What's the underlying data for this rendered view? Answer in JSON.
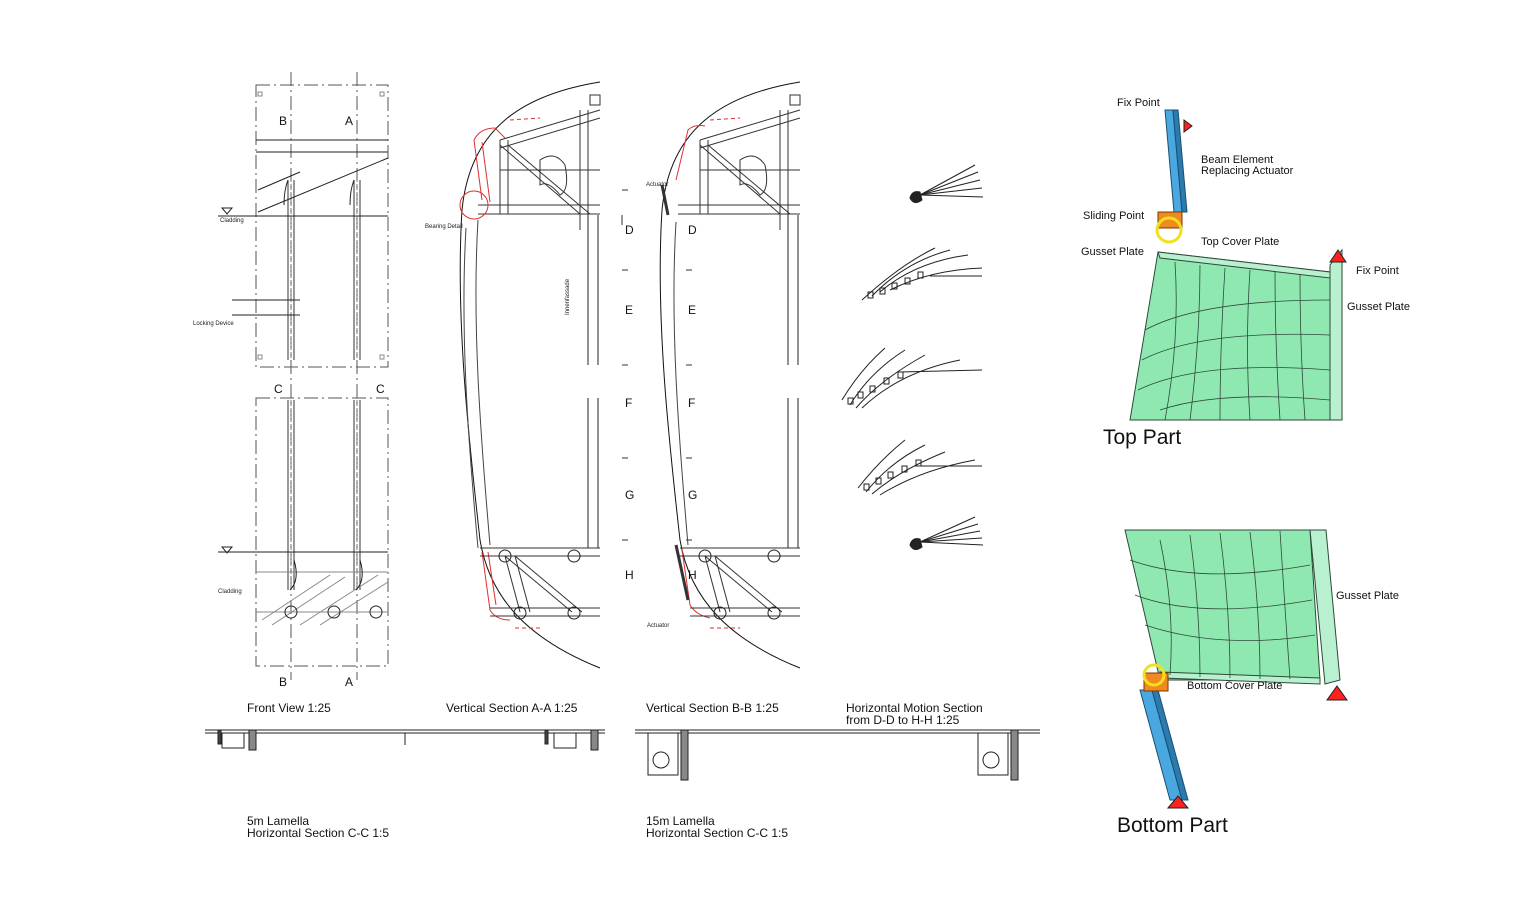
{
  "drawing": {
    "section_letters": {
      "top_b": "B",
      "top_a": "A",
      "mid_c_left": "C",
      "mid_c_right": "C",
      "bot_b": "B",
      "bot_a": "A",
      "sec1": [
        "D",
        "E",
        "F",
        "G",
        "H"
      ],
      "sec2": [
        "D",
        "E",
        "F",
        "G",
        "H"
      ]
    },
    "notes": {
      "cladding_top": "Cladding",
      "locking_device": "Locking Device",
      "cladding_bottom": "Cladding",
      "bearing_detail": "Bearing Detail",
      "actuator_top": "Actuator",
      "actuator_bottom": "Actuator",
      "vertical_note": "Innenfassade"
    },
    "captions": {
      "front_view": "Front View 1:25",
      "vertical_a": "Vertical Section A-A 1:25",
      "vertical_b": "Vertical Section B-B 1:25",
      "motion": "Horizontal Motion Section\nfrom D-D to H-H 1:25",
      "lamella_5m": "5m Lamella\nHorizontal Section C-C 1:5",
      "lamella_15m": "15m Lamella\nHorizontal Section C-C 1:5"
    }
  },
  "fea": {
    "top": {
      "title": "Top Part",
      "fix_point_1": "Fix Point",
      "beam_element": "Beam Element\nReplacing Actuator",
      "sliding_point": "Sliding Point",
      "gusset_plate_left": "Gusset Plate",
      "top_cover_plate": "Top Cover Plate",
      "fix_point_2": "Fix Point",
      "gusset_plate_right": "Gusset Plate"
    },
    "bottom": {
      "title": "Bottom Part",
      "gusset_plate": "Gusset Plate",
      "bottom_cover_plate": "Bottom Cover Plate"
    }
  },
  "colors": {
    "mesh_fill": "#8fe8b0",
    "mesh_line": "#2d4a3a",
    "beam": "#4aa8e0",
    "support": "#ff2020",
    "red_line": "#e03030",
    "ring": "#f0e020",
    "orange": "#f08a20"
  }
}
